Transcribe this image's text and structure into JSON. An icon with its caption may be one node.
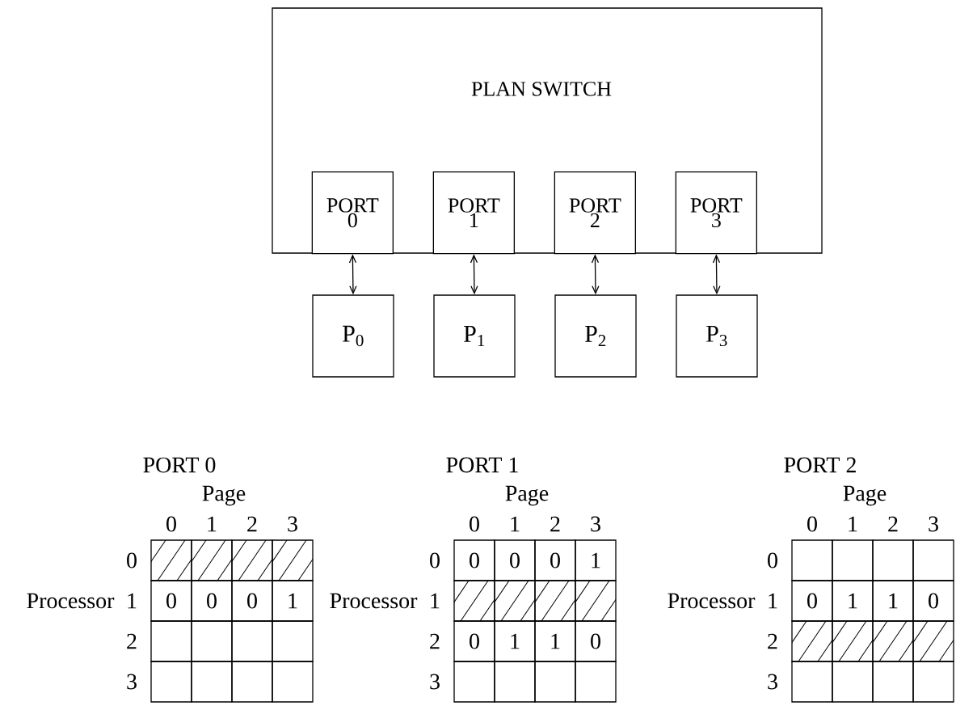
{
  "diagram": {
    "nodes": [
      {
        "text": [
          "PLAN SWITCH"
        ]
      },
      {
        "text": [
          "PORT 0"
        ],
        "in": 0
      },
      {
        "text": [
          "PORT 1"
        ],
        "in": 0
      },
      {
        "text": [
          "PORT 2"
        ],
        "in": 0
      },
      {
        "text": [
          "PORT 3"
        ],
        "in": 0
      },
      {
        "text": [
          "P$_{0}$"
        ]
      },
      {
        "text": [
          "P$_{1}$"
        ]
      },
      {
        "text": [
          "P$_{2}$"
        ]
      },
      {
        "text": [
          "P$_{3}$"
        ]
      }
    ],
    "edges": [
      {
        "from": 1,
        "to": 5,
        "arrow": "both"
      },
      {
        "from": 2,
        "to": 6,
        "arrow": "both"
      },
      {
        "from": 3,
        "to": 7,
        "arrow": "both"
      },
      {
        "from": 4,
        "to": 8,
        "arrow": "both"
      }
    ],
    "labels": [
      "PORT 0",
      "Page",
      "0",
      "1",
      "2",
      "3",
      "0",
      "Processor",
      "1",
      "0",
      "0",
      "0",
      "1",
      "2",
      "3",
      "PORT 1",
      "Page",
      "0",
      "1",
      "2",
      "3",
      "0",
      "0",
      "0",
      "0",
      "1",
      "Processor",
      "1",
      "2",
      "0",
      "1",
      "1",
      "0",
      "3",
      "PORT 2",
      "Page",
      "0",
      "1",
      "2",
      "3",
      "0",
      "Processor",
      "1",
      "0",
      "1",
      "1",
      "0",
      "2",
      "3"
    ]
  }
}
